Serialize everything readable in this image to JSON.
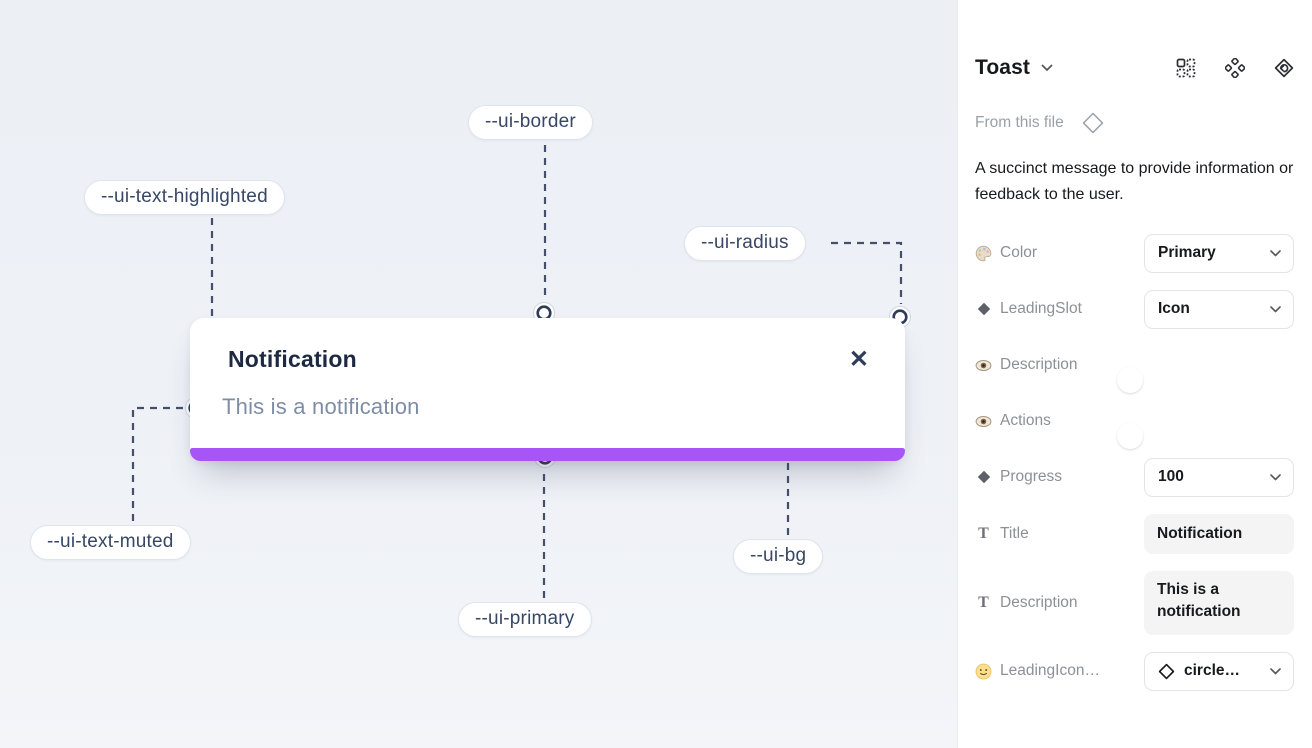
{
  "canvas": {
    "toast": {
      "title": "Notification",
      "description": "This is a notification",
      "close_icon": "✕"
    },
    "labels": {
      "border": "--ui-border",
      "text_highlighted": "--ui-text-highlighted",
      "radius": "--ui-radius",
      "text_muted": "--ui-text-muted",
      "primary": "--ui-primary",
      "bg": "--ui-bg"
    },
    "colors": {
      "progress_bar": "#a855f7",
      "canvas_bg": "#eef1f6",
      "connector_line": "#44506b"
    }
  },
  "panel": {
    "title": "Toast",
    "source_label": "From this file",
    "description": "A succinct message to provide information or feedback to the user.",
    "rows": [
      {
        "icon": "palette-icon",
        "label": "Color",
        "control": "select",
        "value": "Primary"
      },
      {
        "icon": "diamond-icon",
        "label": "LeadingSlot",
        "control": "select",
        "value": "Icon"
      },
      {
        "icon": "eye-icon",
        "label": "Description",
        "control": "toggle",
        "value": "on"
      },
      {
        "icon": "eye-icon",
        "label": "Actions",
        "control": "toggle",
        "value": "on"
      },
      {
        "icon": "diamond-icon",
        "label": "Progress",
        "control": "select",
        "value": "100"
      },
      {
        "icon": "text-icon",
        "label": "Title",
        "control": "text",
        "value": "Notification"
      },
      {
        "icon": "text-icon",
        "label": "Description",
        "control": "text",
        "value": "This is a notification"
      },
      {
        "icon": "smiley-icon",
        "label": "LeadingIcon…",
        "control": "icon-select",
        "value": "circle…"
      }
    ],
    "colors": {
      "toggle_on": "#18a0fb"
    }
  }
}
